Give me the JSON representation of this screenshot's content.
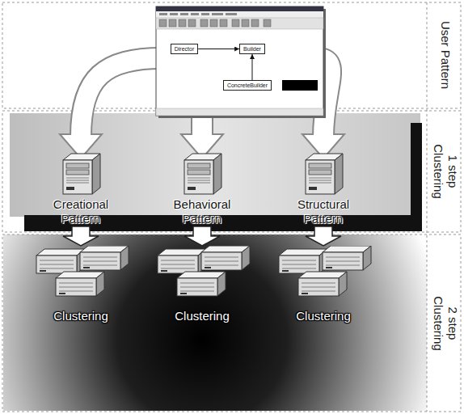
{
  "diagram": {
    "nodes": [
      {
        "text": [
          "Director"
        ]
      },
      {
        "text": [
          "Builder"
        ]
      },
      {
        "text": [
          "ConcreteBuilder"
        ]
      },
      {
        "text": [
          "Creational Pattern"
        ]
      },
      {
        "text": [
          "Behavioral Pattern"
        ]
      },
      {
        "text": [
          "Structural Pattern"
        ]
      },
      {
        "text": [
          "Clustering"
        ]
      },
      {
        "text": [
          "Clustering"
        ]
      },
      {
        "text": [
          "Clustering"
        ]
      }
    ],
    "edges": [
      {
        "from": 0,
        "to": 1,
        "arrow": "to"
      },
      {
        "from": 2,
        "to": 1,
        "arrow": "to"
      },
      {
        "from": 3,
        "to": 6,
        "arrow": "to"
      },
      {
        "from": 4,
        "to": 7,
        "arrow": "to"
      },
      {
        "from": 5,
        "to": 8,
        "arrow": "to"
      }
    ],
    "labels": [
      "User Pattern",
      "1 step Clustering",
      "2 step Clustering"
    ]
  }
}
